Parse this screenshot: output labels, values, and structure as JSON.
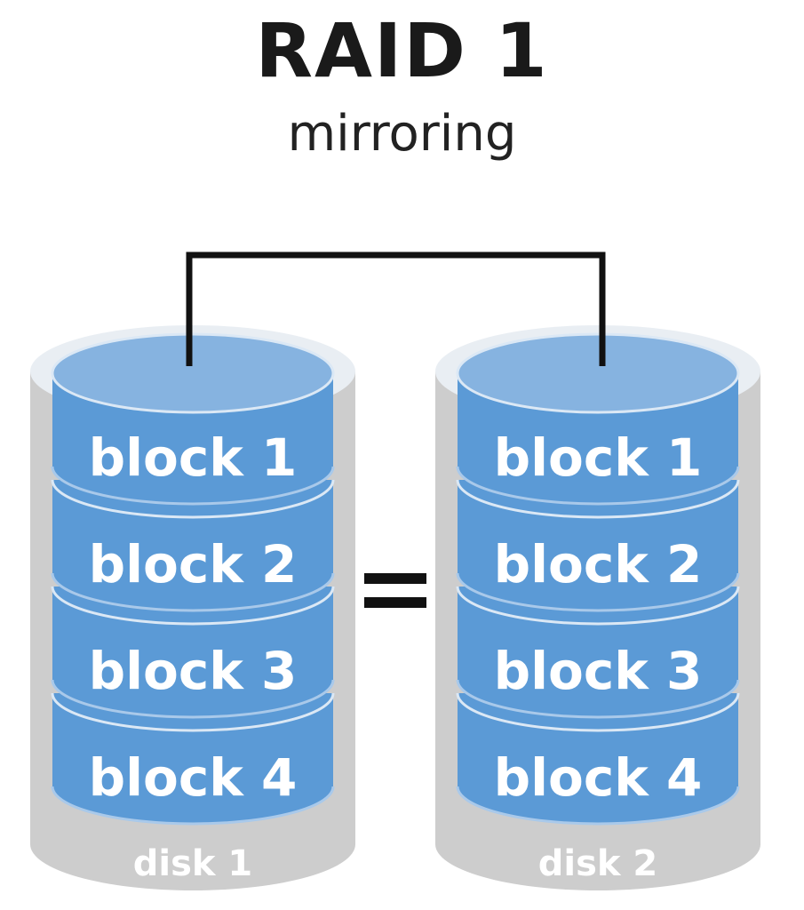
{
  "title": "RAID 1",
  "subtitle": "mirroring",
  "colors": {
    "block": "#5b9ad6",
    "block_top": "#86b3e0",
    "disk": "#cdcdcd",
    "line": "#111111"
  },
  "disks": [
    {
      "label": "disk 1",
      "blocks": [
        "block 1",
        "block 2",
        "block 3",
        "block 4"
      ]
    },
    {
      "label": "disk 2",
      "blocks": [
        "block 1",
        "block 2",
        "block 3",
        "block 4"
      ]
    }
  ],
  "equals": "="
}
